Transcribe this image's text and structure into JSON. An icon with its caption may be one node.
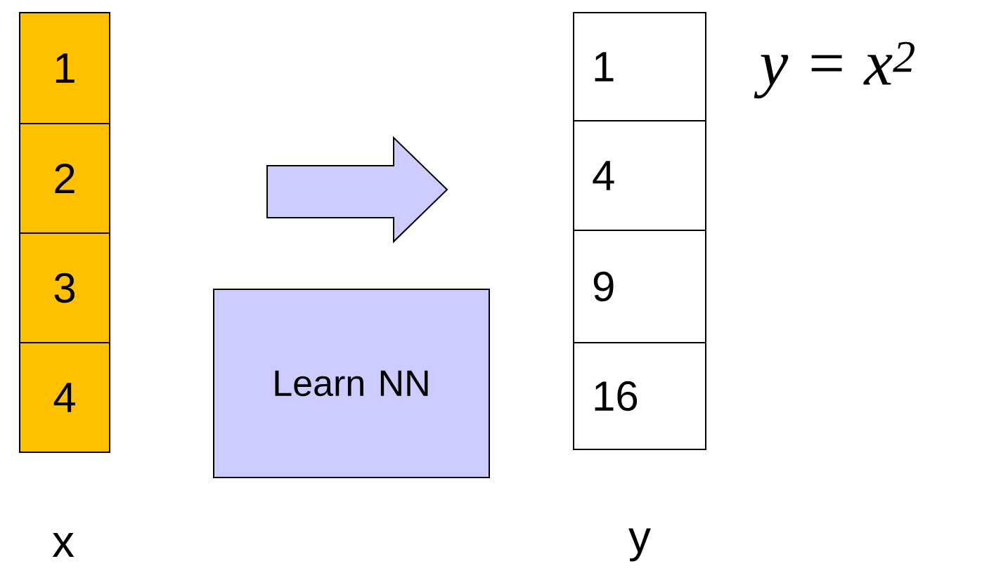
{
  "diagram": {
    "nodes": [
      {
        "text": [
          "1"
        ]
      },
      {
        "text": [
          "2"
        ]
      },
      {
        "text": [
          "3"
        ]
      },
      {
        "text": [
          "4"
        ]
      },
      {
        "text": [
          "Learn NN"
        ]
      },
      {
        "text": [
          "1"
        ]
      },
      {
        "text": [
          "4"
        ]
      },
      {
        "text": [
          "9"
        ]
      },
      {
        "text": [
          "16"
        ]
      }
    ],
    "labels": [
      "y = x$^{2}$",
      "x",
      "y"
    ]
  }
}
